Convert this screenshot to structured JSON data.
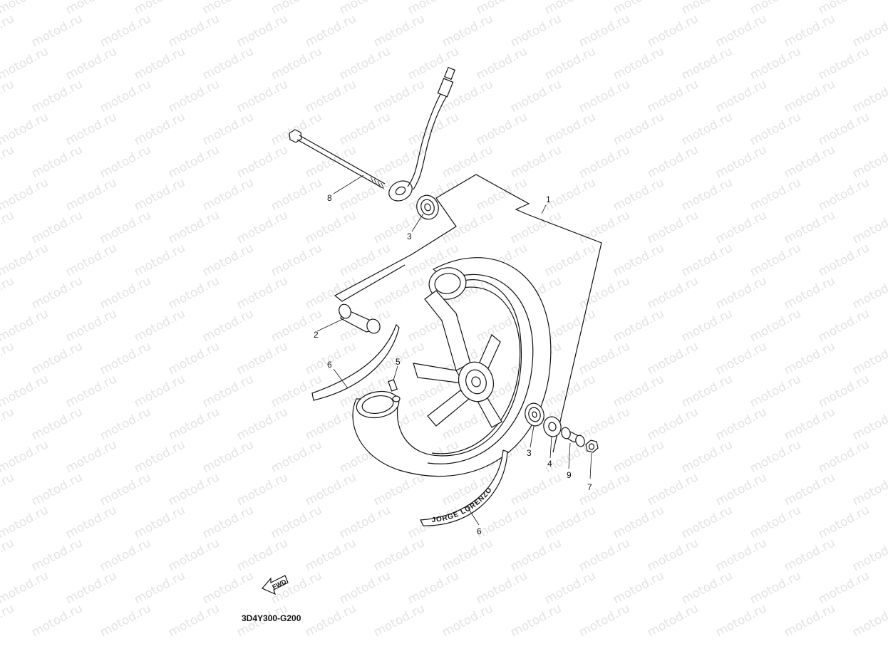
{
  "watermark": {
    "text": "motod.ru",
    "color": "#e3e3e3"
  },
  "diagram_code": "3D4Y300-G200",
  "fwd_label": "FWD",
  "decal_text": "JORGE LORENZO",
  "callouts": [
    {
      "id": "callout-1",
      "label": "1"
    },
    {
      "id": "callout-2",
      "label": "2"
    },
    {
      "id": "callout-3-upper",
      "label": "3"
    },
    {
      "id": "callout-3-lower",
      "label": "3"
    },
    {
      "id": "callout-4",
      "label": "4"
    },
    {
      "id": "callout-5",
      "label": "5"
    },
    {
      "id": "callout-6-left",
      "label": "6"
    },
    {
      "id": "callout-6-lower",
      "label": "6"
    },
    {
      "id": "callout-7",
      "label": "7"
    },
    {
      "id": "callout-8",
      "label": "8"
    },
    {
      "id": "callout-9",
      "label": "9"
    }
  ]
}
